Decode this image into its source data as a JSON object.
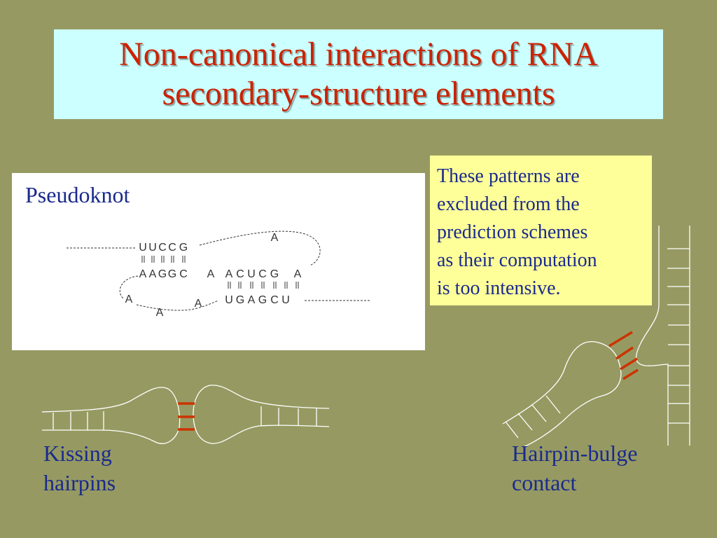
{
  "title": {
    "line1": "Non-canonical interactions of RNA",
    "line2": "secondary-structure elements"
  },
  "pseudoknot": {
    "label": "Pseudoknot",
    "top_strand": [
      "U",
      "U",
      "C",
      "C",
      "G"
    ],
    "mid_strand": [
      "A",
      "A",
      "G",
      "G",
      "C",
      "A",
      "A",
      "C",
      "U",
      "C",
      "G",
      "A"
    ],
    "bottom_strand": [
      "U",
      "G",
      "A",
      "G",
      "C",
      "U"
    ],
    "loop_top": "A",
    "loop_bottom": [
      "A",
      "A",
      "A"
    ]
  },
  "note": {
    "lines": [
      "These patterns are",
      "excluded from the",
      "prediction schemes",
      "as their computation",
      "is too intensive."
    ]
  },
  "captions": {
    "kissing": [
      "Kissing",
      "hairpins"
    ],
    "hairpin_bulge": [
      "Hairpin-bulge",
      "contact"
    ]
  },
  "colors": {
    "background": "#969a62",
    "title_box": "#ccffff",
    "title_text": "#cc2200",
    "note_box": "#ffff99",
    "body_text": "#1a2a8c",
    "interaction_marks": "#cc3300",
    "strands": "#ffffff"
  }
}
